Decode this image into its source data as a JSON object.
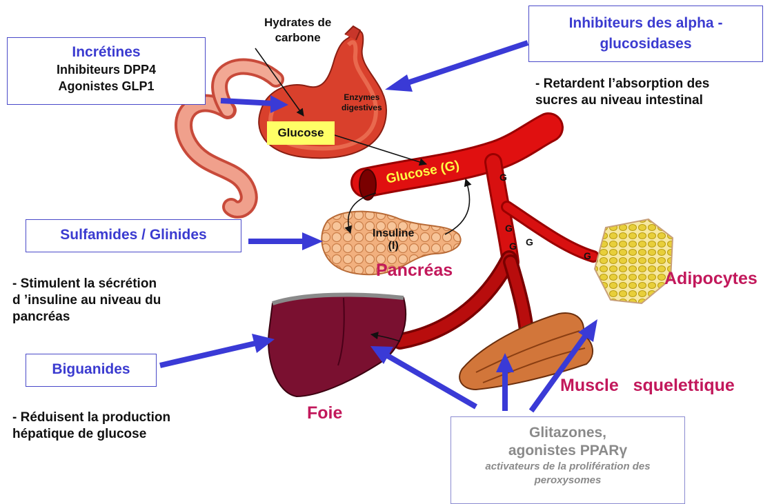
{
  "incretines": {
    "title": "Incrétines",
    "line1": "Inhibiteurs DPP4",
    "line2": "Agonistes GLP1"
  },
  "alpha": {
    "title_line1": "Inhibiteurs des alpha -",
    "title_line2": "glucosidases",
    "desc_line1": "- Retardent l’absorption des",
    "desc_line2": "sucres au niveau intestinal"
  },
  "sulfamides": {
    "title": "Sulfamides / Glinides",
    "desc_line1": "- Stimulent la sécrétion",
    "desc_line2": "d ’insuline au niveau du",
    "desc_line3": "pancréas"
  },
  "biguanides": {
    "title": "Biguanides",
    "desc_line1": "- Réduisent la production",
    "desc_line2": "hépatique de glucose"
  },
  "glitazones": {
    "line1": "Glitazones,",
    "line2": "agonistes PPARγ",
    "italic1": "activateurs de la prolifération des",
    "italic2": "peroxysomes"
  },
  "stomach": {
    "hydrates_line1": "Hydrates de",
    "hydrates_line2": "carbone",
    "enzymes_line1": "Enzymes",
    "enzymes_line2": "digestives",
    "glucose": "Glucose"
  },
  "vessel": {
    "glucose_label": "Glucose (G)",
    "g_marker": "G"
  },
  "pancreas": {
    "insuline_line1": "Insuline",
    "insuline_line2": "(I)",
    "name": "Pancréas"
  },
  "organs": {
    "adipocytes": "Adipocytes",
    "foie": "Foie",
    "muscle": "Muscle   squelettique"
  },
  "colors": {
    "drug_blue": "#3b3bd0",
    "arrow_blue": "#3a3ad6",
    "organ_pink": "#c2185b",
    "vessel_red": "#e01010",
    "glucose_box": "#ffff66",
    "liver": "#7a1030"
  }
}
